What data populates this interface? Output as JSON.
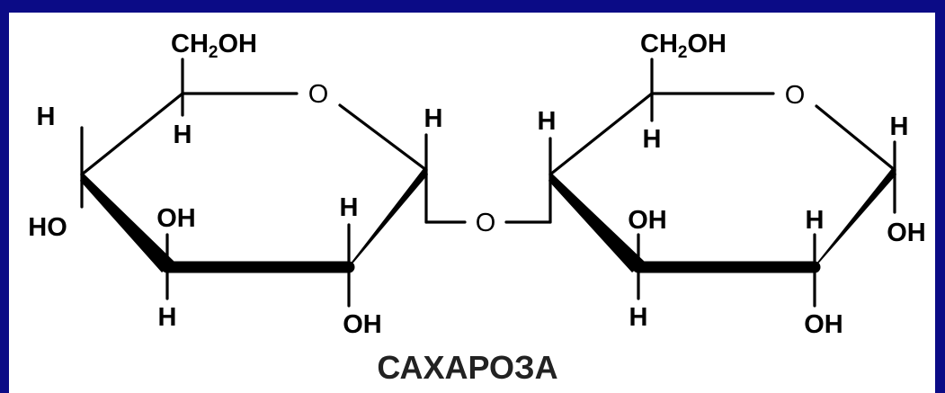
{
  "title": "САХАРОЗА",
  "colors": {
    "background": "#0b0b86",
    "canvas": "#ffffff",
    "ink": "#000000"
  },
  "glucose_ring": {
    "ch2oh_main": "CH",
    "ch2oh_sub": "2",
    "ch2oh_tail": "OH",
    "ring_oxygen": "O",
    "h_c5": "H",
    "h_c4": "H",
    "ho_c4": "HO",
    "oh_c3": "OH",
    "h_c3": "H",
    "h_c2": "H",
    "oh_c2": "OH",
    "h_c1": "H"
  },
  "bridge": {
    "oxygen": "O"
  },
  "second_ring": {
    "ch2oh_main": "CH",
    "ch2oh_sub": "2",
    "ch2oh_tail": "OH",
    "ring_oxygen": "O",
    "h_c4": "H",
    "h_c5": "H",
    "oh_c3": "OH",
    "h_c3": "H",
    "h_c2": "H",
    "oh_c2": "OH",
    "h_c1": "H",
    "oh_c1": "OH"
  }
}
